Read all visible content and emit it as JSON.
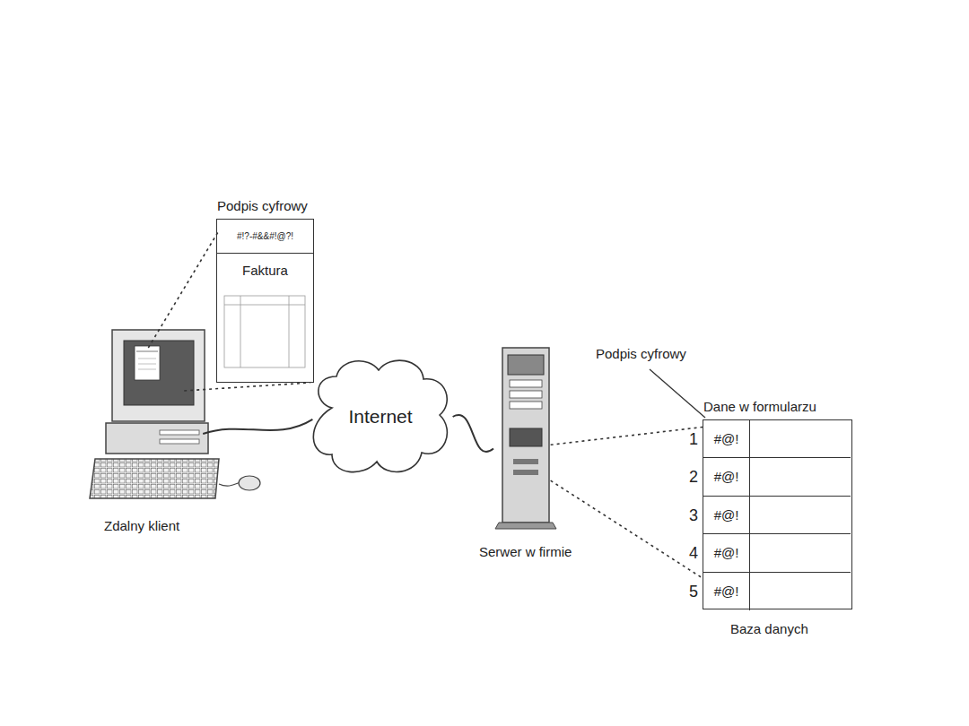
{
  "diagram": {
    "nodes": [
      {
        "text": [
          "Podpis cyfrowy",
          "#!?-#&&#!@?!",
          "Faktura"
        ]
      },
      {
        "text": [
          "Zdalny klient"
        ]
      },
      {
        "text": [
          "Internet"
        ]
      },
      {
        "text": [
          "Serwer w firmie"
        ]
      },
      {
        "text": [
          "Dane w formularzu",
          "Baza danych"
        ]
      },
      {
        "text": [
          "1",
          "#@!"
        ],
        "in": 4
      },
      {
        "text": [
          "2",
          "#@!"
        ],
        "in": 4
      },
      {
        "text": [
          "3",
          "#@!"
        ],
        "in": 4
      },
      {
        "text": [
          "4",
          "#@!"
        ],
        "in": 4
      },
      {
        "text": [
          "5",
          "#@!"
        ],
        "in": 4
      }
    ],
    "edges": [
      {
        "from": 1,
        "to": 0,
        "arrow": "none"
      },
      {
        "from": 1,
        "to": 0,
        "arrow": "none"
      },
      {
        "from": 1,
        "to": 2,
        "arrow": "none"
      },
      {
        "from": 2,
        "to": 3,
        "arrow": "none"
      },
      {
        "from": 3,
        "to": 4,
        "arrow": "none"
      },
      {
        "from": 3,
        "to": 4,
        "arrow": "none"
      }
    ],
    "labels": [
      "Podpis cyfrowy"
    ]
  }
}
